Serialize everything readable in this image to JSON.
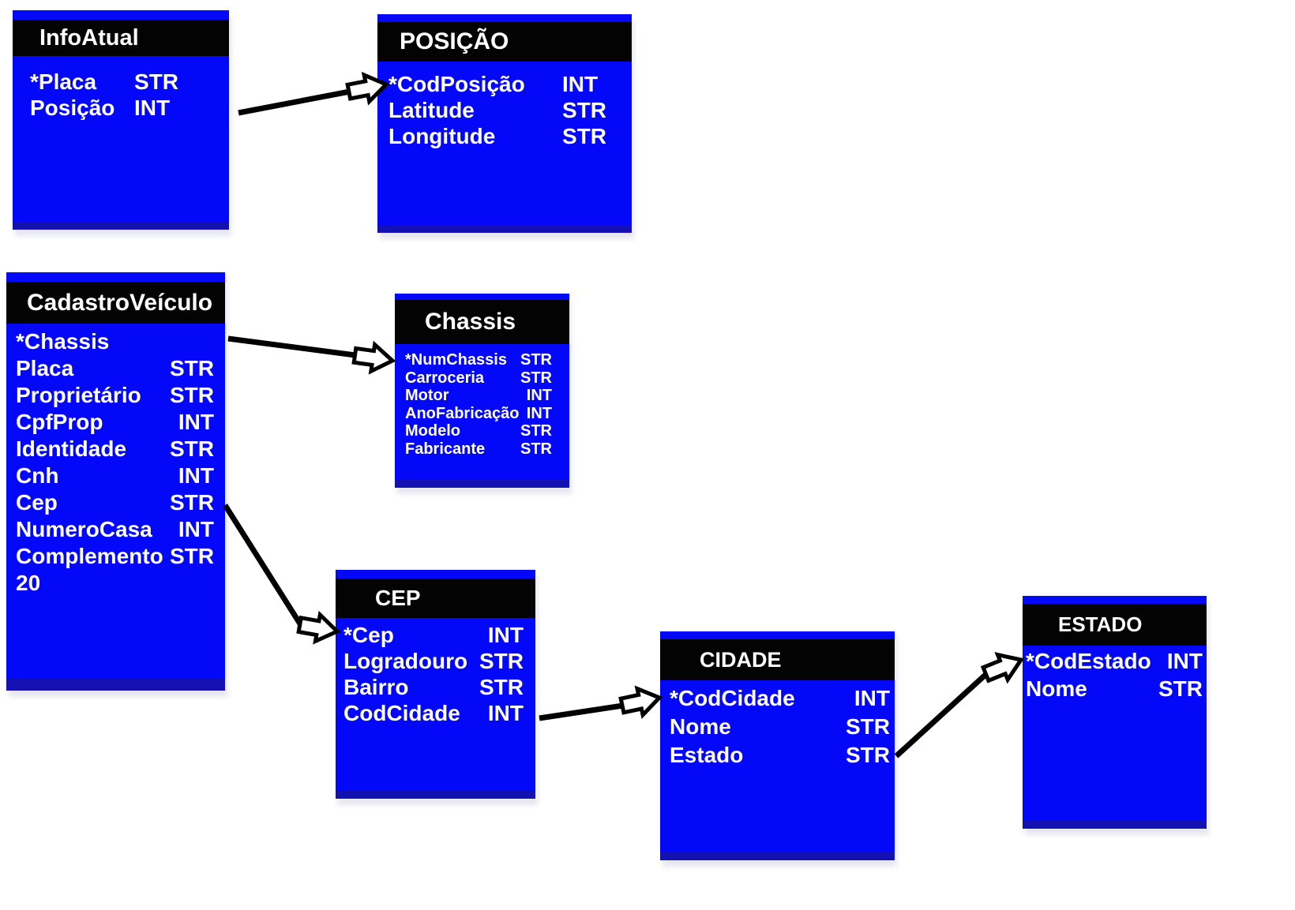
{
  "diagram": {
    "colors": {
      "background": "#ffffff",
      "table_fill": "#0408f8",
      "table_bottom_edge": "#1411b2",
      "header_fill": "#030303",
      "text": "#ffffff",
      "arrow_outline": "#000000",
      "arrow_fill": "#ffffff"
    },
    "tables": [
      {
        "title": "InfoAtual",
        "fields": [
          {
            "name": "*Placa",
            "type": "STR"
          },
          {
            "name": "Posição",
            "type": "INT"
          }
        ]
      },
      {
        "title": "POSIÇÃO",
        "fields": [
          {
            "name": "*CodPosição",
            "type": "INT"
          },
          {
            "name": "Latitude",
            "type": "STR"
          },
          {
            "name": "Longitude",
            "type": "STR"
          }
        ]
      },
      {
        "title": "CadastroVeículo",
        "fields": [
          {
            "name": "*Chassis",
            "type": ""
          },
          {
            "name": "Placa",
            "type": "STR"
          },
          {
            "name": "Proprietário",
            "type": "STR"
          },
          {
            "name": "CpfProp",
            "type": "INT"
          },
          {
            "name": "Identidade",
            "type": "STR"
          },
          {
            "name": "Cnh",
            "type": "INT"
          },
          {
            "name": "Cep",
            "type": "STR"
          },
          {
            "name": "NumeroCasa",
            "type": "INT"
          },
          {
            "name": "Complemento",
            "type": "STR"
          },
          {
            "name": "20",
            "type": ""
          }
        ]
      },
      {
        "title": "Chassis",
        "fields": [
          {
            "name": "*NumChassis",
            "type": "STR"
          },
          {
            "name": "Carroceria",
            "type": "STR"
          },
          {
            "name": "Motor",
            "type": "INT"
          },
          {
            "name": "AnoFabricação",
            "type": "INT"
          },
          {
            "name": "Modelo",
            "type": "STR"
          },
          {
            "name": "Fabricante",
            "type": "STR"
          }
        ]
      },
      {
        "title": "CEP",
        "fields": [
          {
            "name": "*Cep",
            "type": "INT"
          },
          {
            "name": "Logradouro",
            "type": "STR"
          },
          {
            "name": "Bairro",
            "type": "STR"
          },
          {
            "name": "CodCidade",
            "type": "INT"
          }
        ]
      },
      {
        "title": "CIDADE",
        "fields": [
          {
            "name": "*CodCidade",
            "type": "INT"
          },
          {
            "name": "Nome",
            "type": "STR"
          },
          {
            "name": "Estado",
            "type": "STR"
          }
        ]
      },
      {
        "title": "ESTADO",
        "fields": [
          {
            "name": "*CodEstado",
            "type": "INT"
          },
          {
            "name": "Nome",
            "type": "STR"
          }
        ]
      }
    ],
    "relationships": [
      {
        "from": "InfoAtual",
        "to": "POSIÇÃO"
      },
      {
        "from": "CadastroVeículo",
        "to": "Chassis"
      },
      {
        "from": "CadastroVeículo",
        "to": "CEP"
      },
      {
        "from": "CEP",
        "to": "CIDADE"
      },
      {
        "from": "CIDADE",
        "to": "ESTADO"
      }
    ]
  }
}
